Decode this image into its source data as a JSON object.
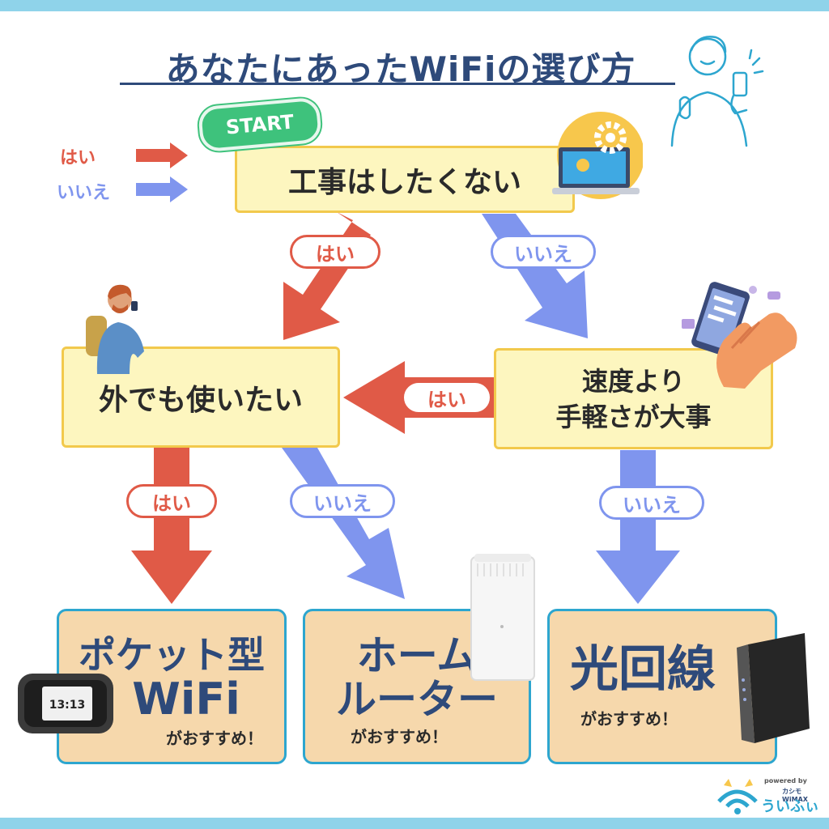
{
  "title": "あなたにあったWiFiの選び方",
  "legend": {
    "yes": "はい",
    "no": "いいえ"
  },
  "start_tag": "START",
  "questions": {
    "q1": "工事はしたくない",
    "q2": "外でも使いたい",
    "q3_line1": "速度より",
    "q3_line2": "手軽さが大事"
  },
  "answers": {
    "yes": "はい",
    "no": "いいえ"
  },
  "results": {
    "pocket_line1": "ポケット型",
    "pocket_line2": "WiFi",
    "home_line1": "ホーム",
    "home_line2": "ルーター",
    "fiber": "光回線",
    "recommend": "がおすすめ！"
  },
  "device_screen_time": "13:13",
  "brand": {
    "logo_word": "ういふぃ",
    "powered_by": "powered by",
    "partner": "カシモ WiMAX"
  },
  "colors": {
    "yes": "#e05a47",
    "no": "#7f95ee",
    "question_fill": "#fdf6bf",
    "question_border": "#f2c94c",
    "result_fill": "#f6d8ac",
    "result_border": "#2da6cf",
    "title": "#2e4a7a",
    "start": "#3ec27c"
  }
}
